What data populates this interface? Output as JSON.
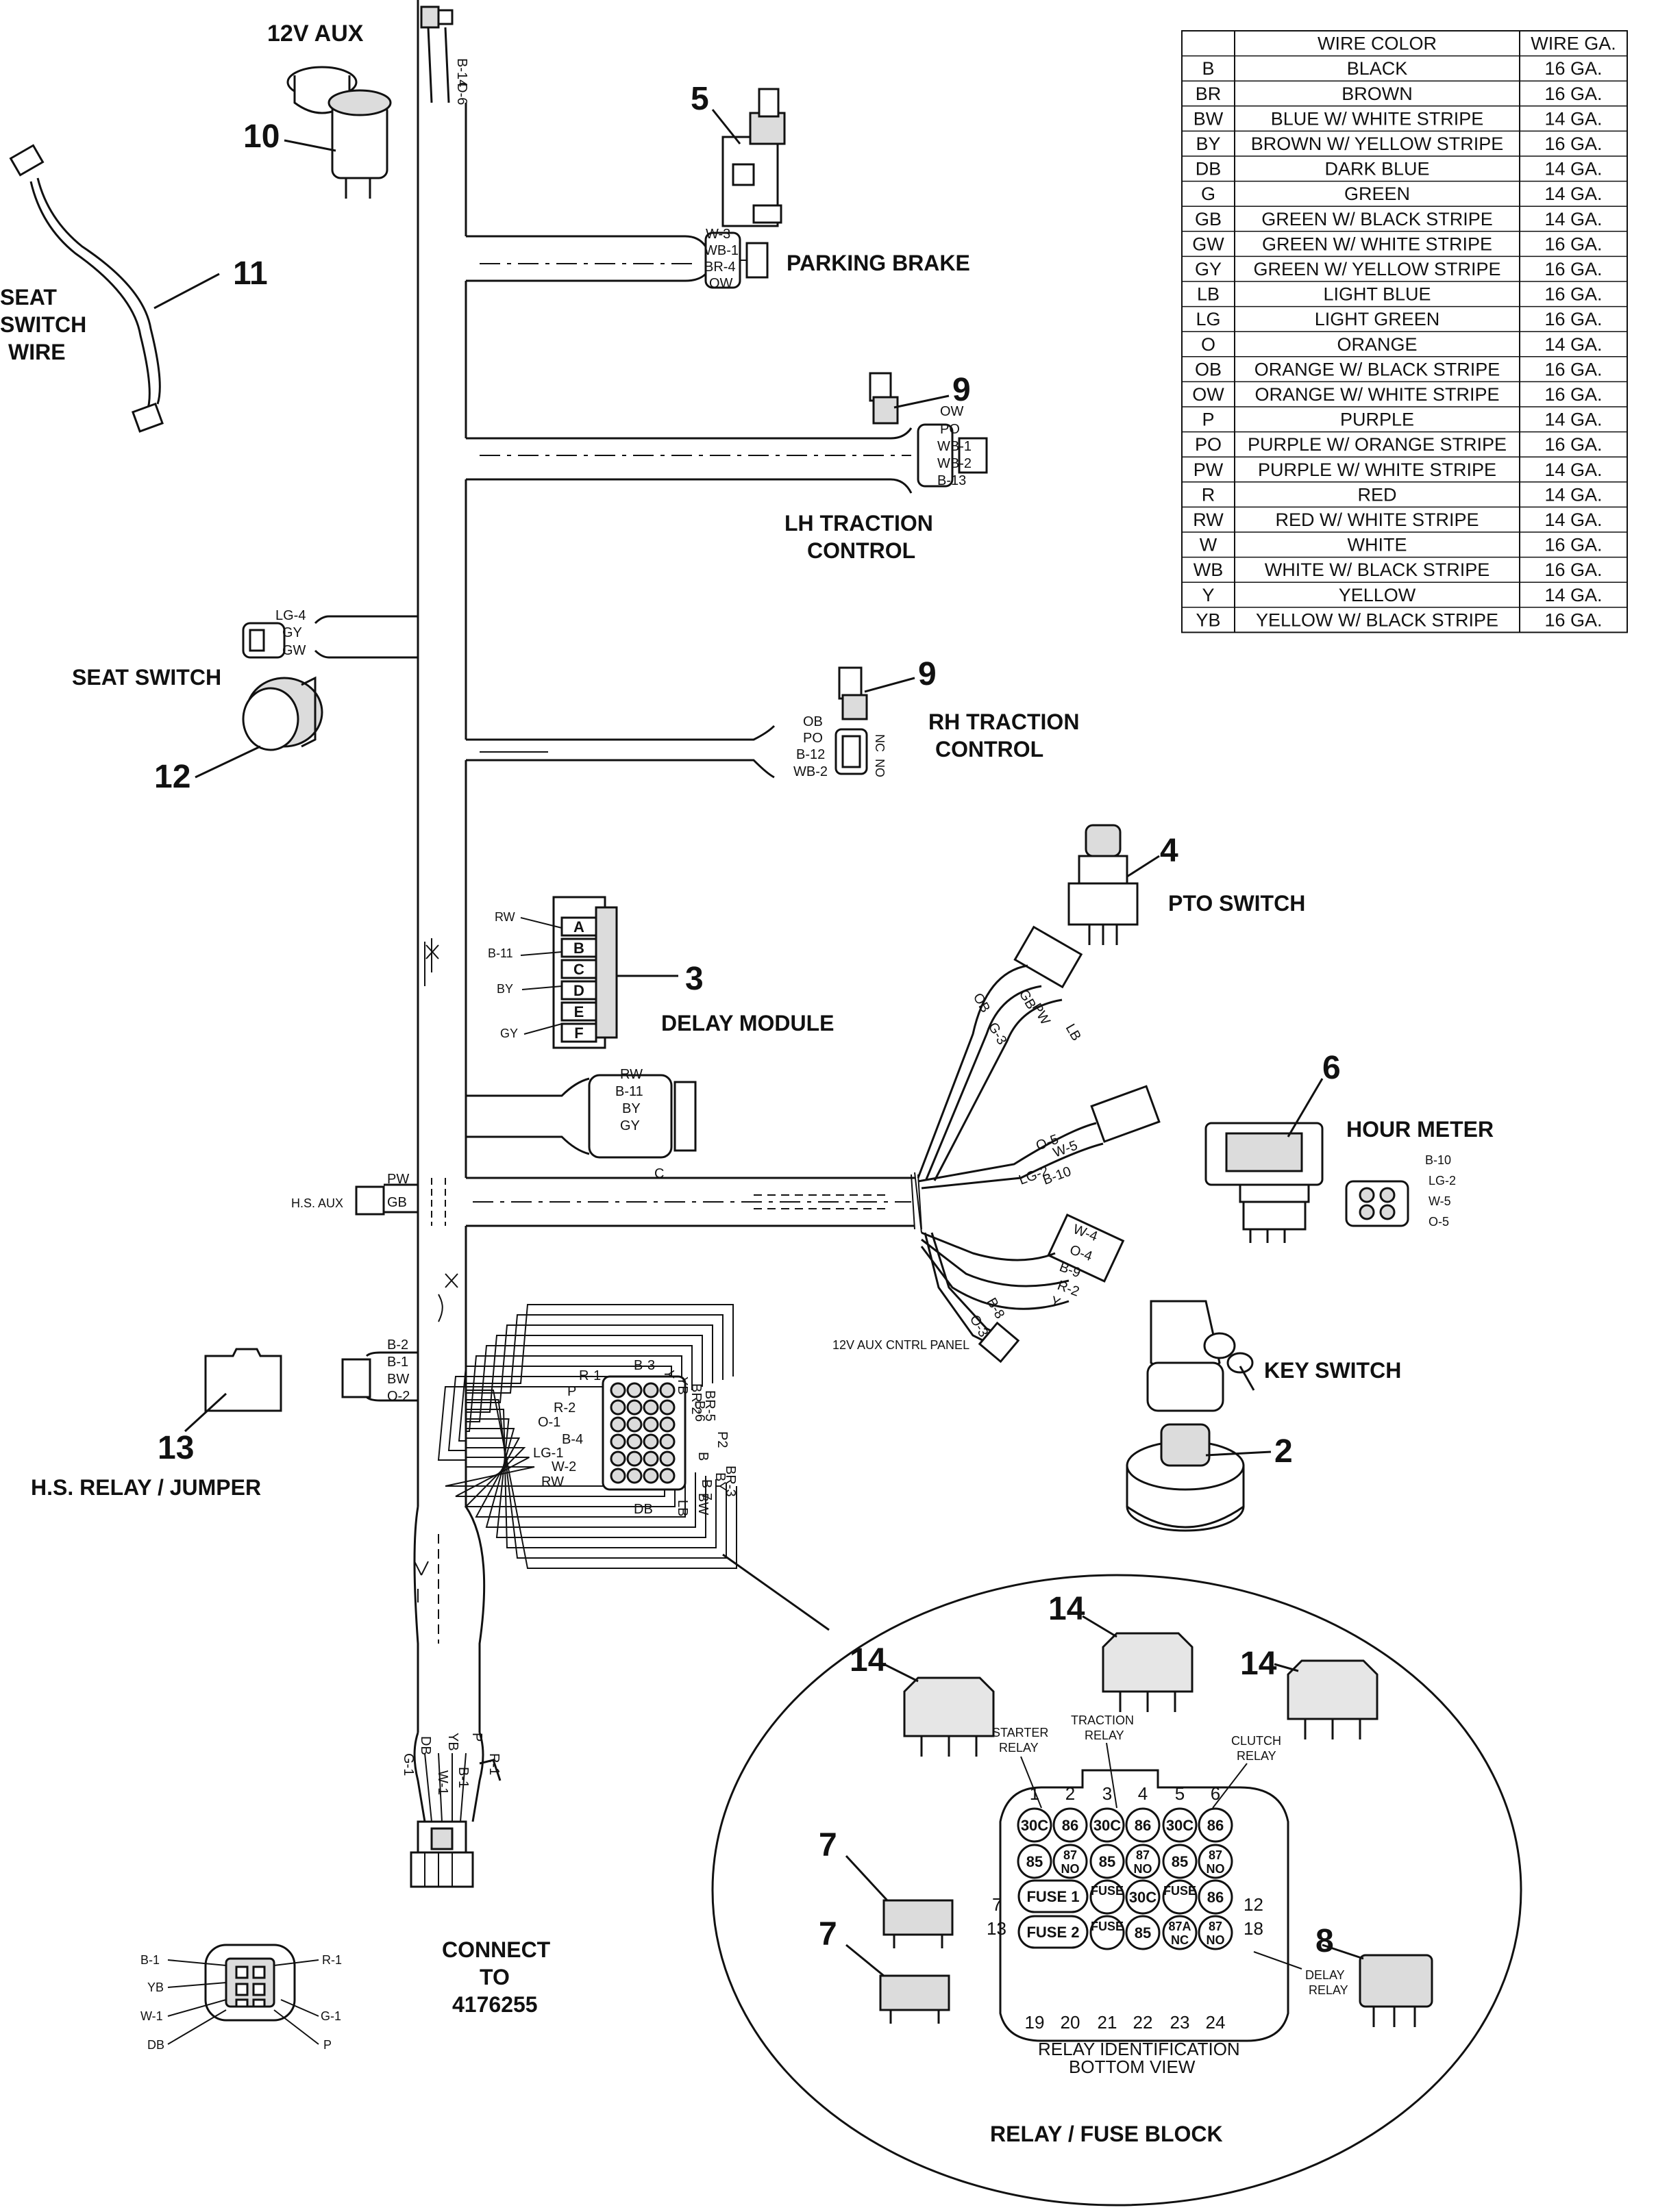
{
  "wire_table": {
    "headers": [
      "",
      "WIRE COLOR",
      "WIRE GA."
    ],
    "rows": [
      {
        "code": "B",
        "color": "BLACK",
        "gauge": "16 GA."
      },
      {
        "code": "BR",
        "color": "BROWN",
        "gauge": "16 GA."
      },
      {
        "code": "BW",
        "color": "BLUE W/ WHITE STRIPE",
        "gauge": "14 GA."
      },
      {
        "code": "BY",
        "color": "BROWN W/ YELLOW STRIPE",
        "gauge": "16 GA."
      },
      {
        "code": "DB",
        "color": "DARK BLUE",
        "gauge": "14 GA."
      },
      {
        "code": "G",
        "color": "GREEN",
        "gauge": "14 GA."
      },
      {
        "code": "GB",
        "color": "GREEN W/ BLACK STRIPE",
        "gauge": "14 GA."
      },
      {
        "code": "GW",
        "color": "GREEN W/ WHITE STRIPE",
        "gauge": "16 GA."
      },
      {
        "code": "GY",
        "color": "GREEN W/ YELLOW STRIPE",
        "gauge": "16 GA."
      },
      {
        "code": "LB",
        "color": "LIGHT BLUE",
        "gauge": "16 GA."
      },
      {
        "code": "LG",
        "color": "LIGHT GREEN",
        "gauge": "16 GA."
      },
      {
        "code": "O",
        "color": "ORANGE",
        "gauge": "14 GA."
      },
      {
        "code": "OB",
        "color": "ORANGE W/ BLACK STRIPE",
        "gauge": "16 GA."
      },
      {
        "code": "OW",
        "color": "ORANGE W/ WHITE STRIPE",
        "gauge": "16 GA."
      },
      {
        "code": "P",
        "color": "PURPLE",
        "gauge": "14 GA."
      },
      {
        "code": "PO",
        "color": "PURPLE W/ ORANGE STRIPE",
        "gauge": "16 GA."
      },
      {
        "code": "PW",
        "color": "PURPLE W/ WHITE STRIPE",
        "gauge": "14 GA."
      },
      {
        "code": "R",
        "color": "RED",
        "gauge": "14 GA."
      },
      {
        "code": "RW",
        "color": "RED W/ WHITE STRIPE",
        "gauge": "14 GA."
      },
      {
        "code": "W",
        "color": "WHITE",
        "gauge": "16 GA."
      },
      {
        "code": "WB",
        "color": "WHITE W/ BLACK STRIPE",
        "gauge": "16 GA."
      },
      {
        "code": "Y",
        "color": "YELLOW",
        "gauge": "14 GA."
      },
      {
        "code": "YB",
        "color": "YELLOW W/ BLACK STRIPE",
        "gauge": "16 GA."
      }
    ]
  },
  "components": {
    "aux_12v": {
      "label": "12V AUX",
      "number": "10"
    },
    "seat_switch_wire": {
      "label_lines": [
        "SEAT",
        "SWITCH",
        "WIRE"
      ],
      "number": "11"
    },
    "parking_brake": {
      "label": "PARKING BRAKE",
      "number": "5",
      "wires": [
        "W-3",
        "WB-1",
        "BR-4",
        "OW"
      ]
    },
    "lh_traction": {
      "label_lines": [
        "LH TRACTION",
        "CONTROL"
      ],
      "number": "9",
      "wires": [
        "OW",
        "PO",
        "WB-1",
        "WB-2",
        "B-13"
      ]
    },
    "seat_switch": {
      "label": "SEAT SWITCH",
      "number": "12",
      "wires": [
        "LG-4",
        "GY",
        "GW"
      ]
    },
    "rh_traction": {
      "label_lines": [
        "RH TRACTION",
        "CONTROL"
      ],
      "number": "9",
      "wires": [
        "OB",
        "PO",
        "B-12",
        "WB-2"
      ],
      "nc": "NC",
      "no": "NO"
    },
    "pto_switch": {
      "label": "PTO SWITCH",
      "number": "4",
      "wires": [
        "OB",
        "G-3",
        "GB",
        "PW",
        "LB"
      ]
    },
    "delay_module": {
      "label": "DELAY MODULE",
      "number": "3",
      "wires": [
        "RW",
        "B-11",
        "BY",
        "GY"
      ],
      "pins": [
        "A",
        "B",
        "C",
        "D",
        "E",
        "F"
      ],
      "harness_wires": [
        "RW",
        "B-11",
        "BY",
        "GY"
      ],
      "pin_c": "C"
    },
    "hour_meter": {
      "label": "HOUR METER",
      "number": "6",
      "wires": [
        "O-5",
        "W-5",
        "LG-2",
        "B-10"
      ],
      "plug_wires": [
        "B-10",
        "LG-2",
        "W-5",
        "O-5"
      ]
    },
    "hs_aux": {
      "label": "H.S. AUX",
      "wires": [
        "PW",
        "GB"
      ]
    },
    "key_switch": {
      "label": "KEY SWITCH",
      "number": "2",
      "wires": [
        "W-4",
        "O-4",
        "B-9",
        "R-2",
        "Y"
      ]
    },
    "aux_cntrl_panel": {
      "label": "12V AUX CNTRL PANEL",
      "wires": [
        "B-8",
        "O-3"
      ]
    },
    "hs_relay": {
      "label": "H.S. RELAY / JUMPER",
      "number": "13",
      "wires": [
        "B-2",
        "B-1",
        "BW",
        "O-2"
      ]
    },
    "main_plug": {
      "left_wires": [
        "R-1",
        "P",
        "R-2",
        "O-1",
        "B-4",
        "LG-1",
        "W-2",
        "RW",
        "DB"
      ],
      "top_wires": [
        "B-3",
        "Y",
        "YB",
        "BR-2"
      ],
      "right_wires": [
        "BR-5",
        "B-6",
        "P2",
        "B",
        "BR-3",
        "BY",
        "B-7",
        "BW",
        "LB"
      ]
    },
    "top_connector": {
      "wires": [
        "B-14",
        "O-6"
      ]
    },
    "bottom_harness": {
      "wires": [
        "G-1",
        "DB",
        "W-1",
        "YB",
        "B-1",
        "P",
        "R-1"
      ],
      "connect_lines": [
        "CONNECT",
        "TO",
        "4176255"
      ]
    },
    "end_connector": {
      "wires_left": [
        "B-1",
        "YB",
        "W-1",
        "DB"
      ],
      "wires_right": [
        "R-1",
        "G-1",
        "P"
      ]
    }
  },
  "relay_block": {
    "title": "RELAY / FUSE BLOCK",
    "view_lines": [
      "RELAY IDENTIFICATION",
      "BOTTOM VIEW"
    ],
    "relay_number": "14",
    "fuse_number": "7",
    "delay_relay": {
      "number": "8",
      "label_lines": [
        "DELAY",
        "RELAY"
      ]
    },
    "relay_labels": {
      "starter": [
        "STARTER",
        "RELAY"
      ],
      "traction": [
        "TRACTION",
        "RELAY"
      ],
      "clutch": [
        "CLUTCH",
        "RELAY"
      ]
    },
    "top_numbers": [
      "1",
      "2",
      "3",
      "4",
      "5",
      "6"
    ],
    "bottom_numbers": [
      "19",
      "20",
      "21",
      "22",
      "23",
      "24"
    ],
    "side_numbers": {
      "left": [
        "7",
        "13"
      ],
      "right": [
        "12",
        "18"
      ]
    },
    "row1": [
      "30C",
      "86",
      "30C",
      "86",
      "30C",
      "86"
    ],
    "row2": [
      "85",
      "87 NO",
      "85",
      "87 NO",
      "85",
      "87 NO"
    ],
    "row3": [
      "FUSE 1",
      "30C",
      "86"
    ],
    "row4": [
      "FUSE 2",
      "85",
      "87A NC",
      "87 NO"
    ]
  }
}
